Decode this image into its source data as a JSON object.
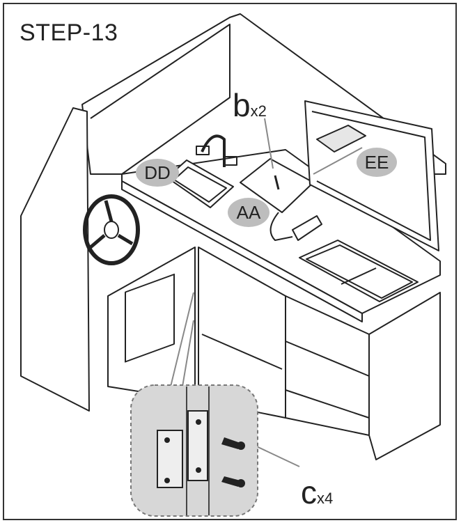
{
  "step_title": "STEP-13",
  "parts": {
    "b": {
      "letter": "b",
      "qty": "x2"
    },
    "c": {
      "letter": "c",
      "qty": "x4"
    }
  },
  "callouts": {
    "dd": "DD",
    "aa": "AA",
    "ee": "EE"
  }
}
